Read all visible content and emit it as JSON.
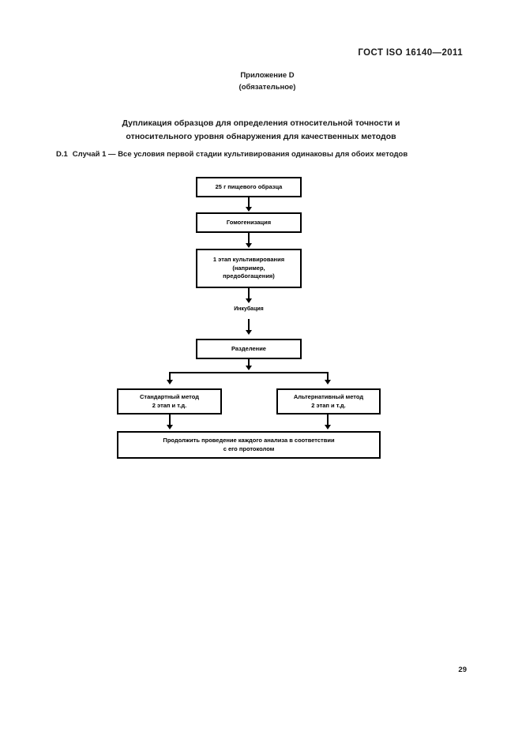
{
  "header": {
    "standard_ref": "ГОСТ ISO 16140—2011"
  },
  "appendix": {
    "name": "Приложение D",
    "status": "(обязательное)"
  },
  "title": {
    "line1": "Дупликация образцов для определения относительной точности и",
    "line2": "относительного уровня обнаружения для качественных методов"
  },
  "clause": {
    "number": "D.1",
    "text": "Случай 1 — Все условия первой стадии культивирования одинаковы для обоих методов"
  },
  "flowchart": {
    "nodes": {
      "sample": "25 г пищевого образца",
      "homogenization": "Гомогенизация",
      "stage1_line1": "1 этап культивирования",
      "stage1_line2": "(например,",
      "stage1_line3": "предобогащения)",
      "incubation_label": "Инкубация",
      "separation": "Разделение",
      "standard_line1": "Стандартный метод",
      "standard_line2": "2 этап и т.д.",
      "alternative_line1": "Альтернативный метод",
      "alternative_line2": "2 этап и т.д.",
      "continue_line1": "Продолжить проведение каждого анализа в соответствии",
      "continue_line2": "с его протоколом"
    }
  },
  "footer": {
    "page_number": "29"
  },
  "colors": {
    "text": "#1a1a1a",
    "line": "#000000",
    "background": "#ffffff"
  }
}
